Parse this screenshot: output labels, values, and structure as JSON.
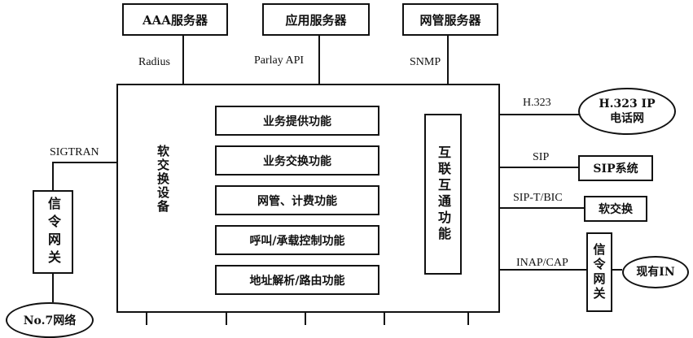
{
  "top_servers": {
    "aaa": "AAA服务器",
    "app": "应用服务器",
    "nms": "网管服务器"
  },
  "top_protocols": {
    "radius": "Radius",
    "parlay": "Parlay API",
    "snmp": "SNMP"
  },
  "softswitch": {
    "label": "软交换设备",
    "functions": [
      "业务提供功能",
      "业务交换功能",
      "网管、计费功能",
      "呼叫/承载控制功能",
      "地址解析/路由功能"
    ],
    "interworking": "互联互通功能"
  },
  "left": {
    "sigtran": "SIGTRAN",
    "gateway": "信令网关",
    "no7": "No.7网络"
  },
  "right": {
    "h323_proto": "H.323",
    "h323_net": "H.323 IP 电话网",
    "sip_proto": "SIP",
    "sip_sys": "SIP系统",
    "sipt_proto": "SIP-T/BIC",
    "softswitch": "软交换",
    "inap_proto": "INAP/CAP",
    "gateway": "信令网关",
    "in": "现有IN"
  }
}
